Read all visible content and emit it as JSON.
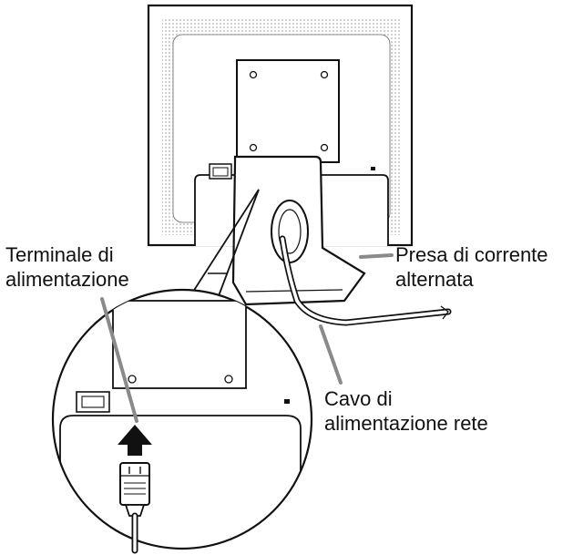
{
  "labels": {
    "terminal": {
      "line1": "Terminale di",
      "line2": "alimentazione"
    },
    "socket": {
      "line1": "Presa di corrente",
      "line2": "alternata"
    },
    "cable": {
      "line1": "Cavo di",
      "line2": "alimentazione rete"
    }
  },
  "colors": {
    "ink": "#111111",
    "leader": "#8a8a8a",
    "dots": "#9a9a9a",
    "background": "#ffffff"
  }
}
